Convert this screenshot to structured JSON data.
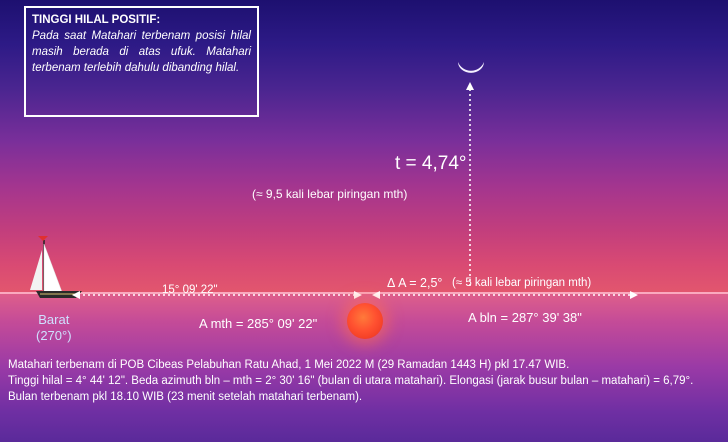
{
  "info_box": {
    "title": "TINGGI HILAL POSITIF:",
    "body": "Pada saat Matahari terbenam posisi hilal masih berada di atas ufuk. Matahari terbenam terlebih dahulu dibanding hilal."
  },
  "altitude": {
    "label": "t = 4,74°",
    "note": "(≈ 9,5 kali lebar piringan mth)"
  },
  "distance_label": "15° 09' 22\"",
  "delta_azimuth": {
    "label": "Δ A = 2,5°",
    "note": "(≈ 5 kali lebar piringan mth)"
  },
  "azimuth_sun": "A mth = 285° 09' 22\"",
  "azimuth_moon": "A bln = 287° 39' 38\"",
  "west": {
    "label": "Barat",
    "degree": "(270°)"
  },
  "footer": {
    "line1": "Matahari terbenam di POB Cibeas Pelabuhan Ratu Ahad, 1 Mei 2022 M (29 Ramadan 1443 H) pkl 17.47 WIB.",
    "line2": "Tinggi hilal = 4° 44' 12\". Beda azimuth bln – mth = 2° 30' 16\" (bulan di utara matahari). Elongasi (jarak busur bulan – matahari) = 6,79°.",
    "line3": "Bulan terbenam pkl 18.10 WIB (23 menit setelah matahari terbenam)."
  },
  "colors": {
    "sky_top": "#1d1070",
    "horizon_glow": "#e2566e",
    "sun": "#ff5030",
    "arrow": "#ffffff"
  },
  "icons": [
    "sailboat-icon",
    "crescent-moon-icon",
    "setting-sun-icon"
  ]
}
